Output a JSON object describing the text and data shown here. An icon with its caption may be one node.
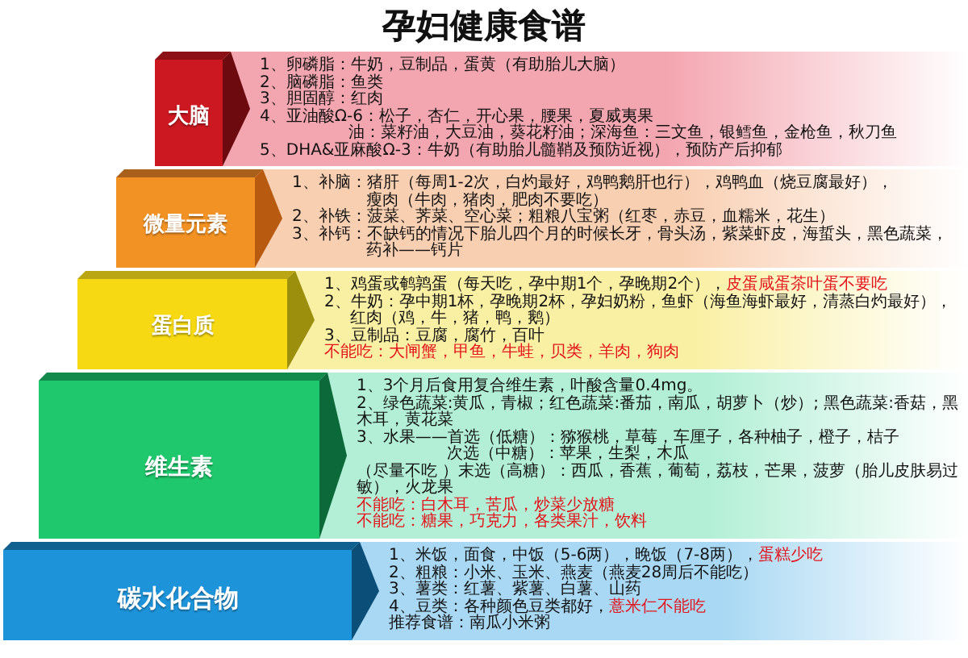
{
  "diagram": {
    "title": "孕妇健康食谱",
    "nodes": [
      {
        "text": [
          "大脑"
        ]
      },
      {
        "text": [
          "1、卵磷脂：牛奶，豆制品，蛋黄（有助胎儿大脑）",
          "2、脑磷脂：鱼类",
          "3、胆固醇：红肉",
          "4、亚油酸Ω-6：松子，杏仁，开心果，腰果，夏威夷果",
          "油：菜籽油，大豆油，葵花籽油；深海鱼：三文鱼，银鳕鱼，金枪鱼，秋刀鱼",
          "5、DHA&亚麻酸Ω-3：牛奶（有助胎儿髓鞘及预防近视），预防产后抑郁"
        ]
      },
      {
        "text": [
          "微量元素"
        ]
      },
      {
        "text": [
          "1、补脑：猪肝（每周1-2次，白灼最好，鸡鸭鹅肝也行），鸡鸭血（烧豆腐最好），",
          "瘦肉（牛肉，猪肉，肥肉不要吃）",
          "2、补铁：菠菜、荠菜、空心菜；粗粮八宝粥（红枣，赤豆，血糯米，花生）",
          "3、补钙：不缺钙的情况下胎儿四个月的时候长牙，骨头汤，紫菜虾皮，海蜇头，黑色蔬菜，",
          "药补——钙片"
        ]
      },
      {
        "text": [
          "蛋白质"
        ]
      },
      {
        "text": [
          "1、鸡蛋或鹌鹑蛋（每天吃，孕中期1个，孕晚期2个），",
          "皮蛋咸蛋茶叶蛋不要吃",
          "2、牛奶：孕中期1杯，孕晚期2杯，孕妇奶粉，鱼虾（海鱼海虾最好，清蒸白灼最好），",
          "红肉（鸡，牛，猪，鸭，鹅）",
          "3、豆制品：豆腐，腐竹，百叶",
          "不能吃：大闸蟹，甲鱼，牛蛙，贝类，羊肉，狗肉"
        ]
      },
      {
        "text": [
          "维生素"
        ]
      },
      {
        "text": [
          "1、3个月后食用复合维生素，叶酸含量0.4mg。",
          "2、绿色蔬菜:黄瓜，青椒；红色蔬菜:番茄，南瓜，胡萝卜（炒）; 黑色蔬菜:香菇，黑木耳，黄花菜",
          "3、水果——首选（低糖）：猕猴桃，草莓，车厘子，各种柚子，橙子，桔子",
          "次选（中糖）：苹果，生梨，木瓜",
          "（尽量不吃 ）末选（高糖）：西瓜，香蕉，葡萄，荔枝，芒果，菠萝（胎儿皮肤易过敏），火龙果",
          "不能吃：白木耳，苦瓜，炒菜少放糖",
          "不能吃：糖果，巧克力，各类果汁，饮料"
        ]
      },
      {
        "text": [
          "碳水化合物"
        ]
      },
      {
        "text": [
          "1、米饭，面食，中饭（5-6两），晚饭（7-8两），",
          "蛋糕少吃",
          "2、粗粮：小米、玉米、燕麦（燕麦28周后不能吃）",
          "3、薯类：红薯、紫薯、白薯、山药",
          "4、豆类：各种颜色豆类都好，",
          "薏米仁不能吃",
          "推荐食谱：南瓜小米粥"
        ]
      }
    ]
  }
}
